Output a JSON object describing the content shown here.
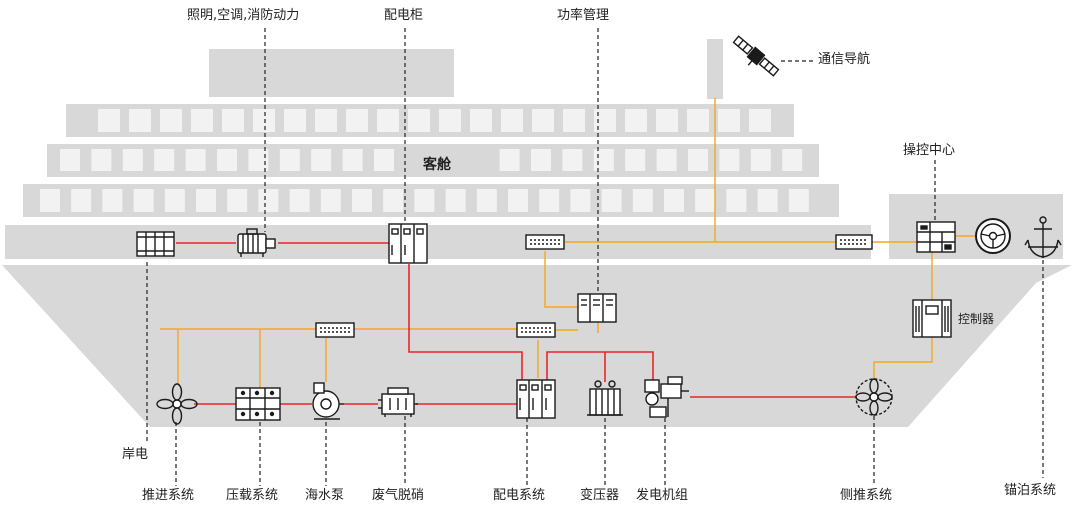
{
  "colors": {
    "ship": "#d8d8d8",
    "window": "#ececec",
    "power_line": "#e8262b",
    "signal_line": "#f5a623",
    "leader_line": "#222222",
    "icon": "#1a1a1a"
  },
  "labels": {
    "lighting": "照明,空调,消防动力",
    "switchgear": "配电柜",
    "power_mgmt": "功率管理",
    "comm_nav": "通信导航",
    "cabin": "客舱",
    "control_center": "操控中心",
    "controller": "控制器",
    "shore_power": "岸电",
    "propulsion": "推进系统",
    "ballast": "压载系统",
    "seawater_pump": "海水泵",
    "scrubber": "废气脱硝",
    "distribution": "配电系统",
    "transformer": "变压器",
    "genset": "发电机组",
    "side_thruster": "侧推系统",
    "mooring": "锚泊系统"
  },
  "icons": [
    "shore-power-box-icon",
    "motor-icon",
    "switchgear-cabinet-icon",
    "network-switch-icon",
    "control-console-icon",
    "steering-wheel-icon",
    "anchor-icon",
    "plc-controller-icon",
    "propeller-icon",
    "ballast-panel-icon",
    "pump-icon",
    "engine-icon",
    "distribution-cabinet-icon",
    "transformer-icon",
    "generator-icon",
    "side-thruster-icon",
    "satellite-icon"
  ]
}
